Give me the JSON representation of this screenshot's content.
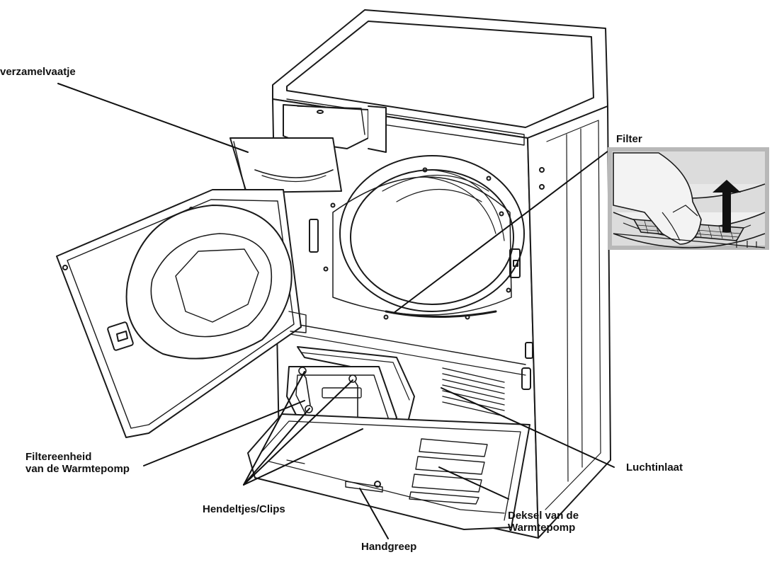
{
  "diagram": {
    "labels": {
      "water_container": "verzamelvaatje",
      "filter": "Filter",
      "heat_pump_filter_unit": [
        "Filtereenheid",
        "van de Warmtepomp"
      ],
      "air_inlet": "Luchtinlaat",
      "levers_clips": "Hendeltjes/Clips",
      "heat_pump_cover": [
        "Deksel van de",
        "Warmtepomp"
      ],
      "handle": "Handgreep"
    },
    "colors": {
      "line": "#1a1a1a",
      "inset_frame": "#b8b8b8",
      "inset_background": "#dcdcdc",
      "arrow": "#111111"
    }
  }
}
